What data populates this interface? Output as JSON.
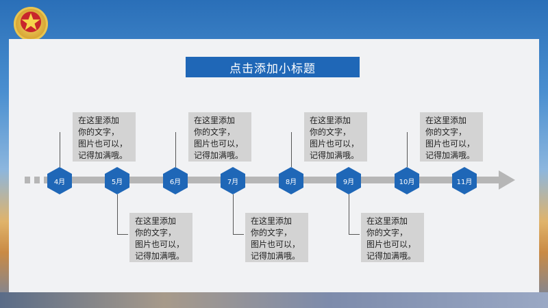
{
  "title": "点击添加小标题",
  "months": [
    "4月",
    "5月",
    "6月",
    "7月",
    "8月",
    "9月",
    "10月",
    "11月"
  ],
  "top_cards": [
    [
      "在这里添加",
      "你的文字，",
      "图片也可以，",
      "记得加满哦。"
    ],
    [
      "在这里添加",
      "你的文字，",
      "图片也可以，",
      "记得加满哦。"
    ],
    [
      "在这里添加",
      "你的文字，",
      "图片也可以，",
      "记得加满哦。"
    ],
    [
      "在这里添加",
      "你的文字，",
      "图片也可以，",
      "记得加满哦。"
    ]
  ],
  "bottom_cards": [
    [
      "在这里添加",
      "你的文字，",
      "图片也可以，",
      "记得加满哦。"
    ],
    [
      "在这里添加",
      "你的文字，",
      "图片也可以，",
      "记得加满哦。"
    ],
    [
      "在这里添加",
      "你的文字，",
      "图片也可以，",
      "记得加满哦。"
    ]
  ],
  "colors": {
    "accent": "#1f67b7",
    "timeline": "#b6b6b6",
    "card": "#d3d3d3",
    "panel": "#f1f2f4"
  },
  "icons": {
    "emblem": "star-emblem-icon"
  }
}
